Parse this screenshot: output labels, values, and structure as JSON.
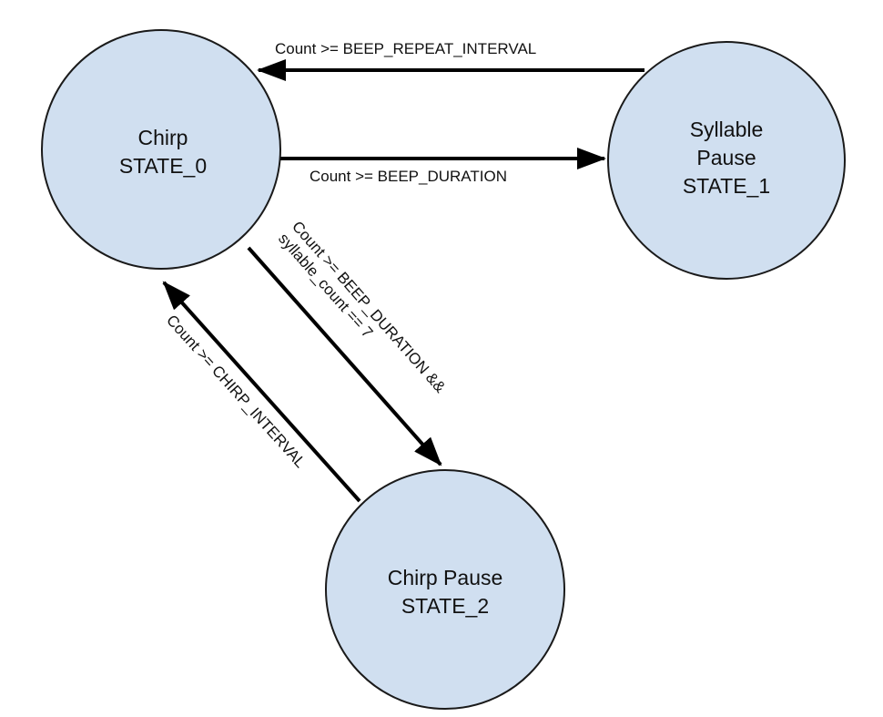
{
  "states": {
    "state_0": {
      "lines": [
        "Chirp",
        "STATE_0"
      ]
    },
    "state_1": {
      "lines": [
        "Syllable",
        "Pause",
        "STATE_1"
      ]
    },
    "state_2": {
      "lines": [
        "Chirp Pause",
        "STATE_2"
      ]
    }
  },
  "transitions": {
    "state1_to_state0": {
      "label": "Count  >= BEEP_REPEAT_INTERVAL"
    },
    "state0_to_state1": {
      "label": "Count >= BEEP_DURATION"
    },
    "state0_to_state2": {
      "lines": [
        "Count >= BEEP_DURATION &&",
        "syllable_count == 7"
      ]
    },
    "state2_to_state0": {
      "label": "Count >= CHIRP_INTERVAL"
    }
  },
  "colors": {
    "node_fill": "#d0dff0",
    "stroke": "#000000"
  }
}
